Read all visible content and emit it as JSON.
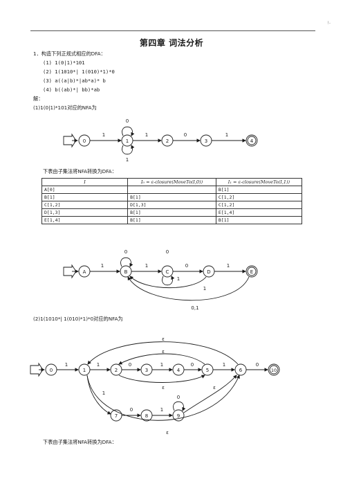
{
  "page_mark": "!-",
  "title": "第四章 词法分析",
  "question": {
    "heading": "1．构造下列正规式相应的DFA：",
    "items": [
      "(1) 1(0|1)*101",
      "(2) 1(1010*| 1(010)*1)*0",
      "(3) a((a|b)*|ab*a)* b",
      "(4) b((ab)*| bb)*ab"
    ]
  },
  "solution_label": "解：",
  "part1": {
    "nfa_caption": "(1)1(0|1)*101对应的NFA为",
    "nfa": {
      "states": [
        "0",
        "1",
        "2",
        "3",
        "4"
      ],
      "edge_labels": [
        "1",
        "1",
        "0",
        "1"
      ],
      "self_loop_top": "0",
      "self_loop_bottom": "1"
    },
    "table_caption": "下表由子集法将NFA转换为DFA：",
    "table": {
      "headers": [
        "I",
        "I₀ = ε-closure(MoveTo(I,0))",
        "I₁ = ε-closure(MoveTo(I,1))"
      ],
      "rows": [
        [
          "A[0]",
          "",
          "B[1]"
        ],
        [
          "B[1]",
          "B[1]",
          "C[1,2]"
        ],
        [
          "C[1,2]",
          "D[1,3]",
          "C[1,2]"
        ],
        [
          "D[1,3]",
          "B[1]",
          "E[1,4]"
        ],
        [
          "E[1,4]",
          "B[1]",
          "B[1]"
        ]
      ]
    },
    "dfa": {
      "states": [
        "A",
        "B",
        "C",
        "D",
        "E"
      ],
      "edge_labels": [
        "1",
        "1",
        "0",
        "1"
      ],
      "loop_b": "0",
      "loop_c_top": "0",
      "loop_c_bottom": "1",
      "d_to_b": "1",
      "e_to_b": "0,1"
    }
  },
  "part2": {
    "nfa_caption": "(2)1(1010*| 1(010)*1)*0对应的NFA为",
    "nfa": {
      "states": [
        "0",
        "1",
        "2",
        "3",
        "4",
        "5",
        "6",
        "10",
        "7",
        "8",
        "9"
      ],
      "labels_main": [
        "1",
        "1",
        "0",
        "1",
        "0",
        "1",
        "0"
      ],
      "eps": "ε",
      "branch_1_7": "1",
      "label_7_8": "0",
      "label_8_9": "1",
      "loop_9": "0"
    },
    "table_caption": "下表由子集法将NFA转换为DFA："
  }
}
